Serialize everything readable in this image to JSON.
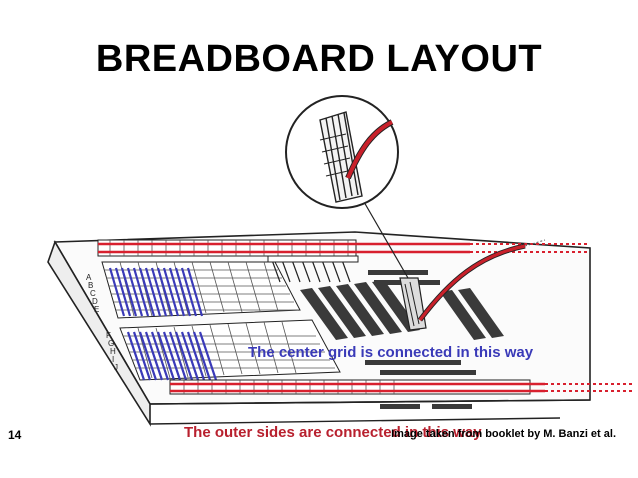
{
  "slide": {
    "title": "BREADBOARD LAYOUT",
    "number": "14",
    "credit": "Image taken from booklet by M. Banzi et al."
  },
  "labels": {
    "center": "The center grid is connected in this way",
    "outer": "The outer sides are connected in this way"
  },
  "row_letters": [
    "A",
    "B",
    "C",
    "D",
    "E",
    "F",
    "G",
    "H",
    "I",
    "J"
  ],
  "colors": {
    "center_connection": "#3a3ab8",
    "outer_connection": "#d8202e",
    "ink": "#222222"
  }
}
